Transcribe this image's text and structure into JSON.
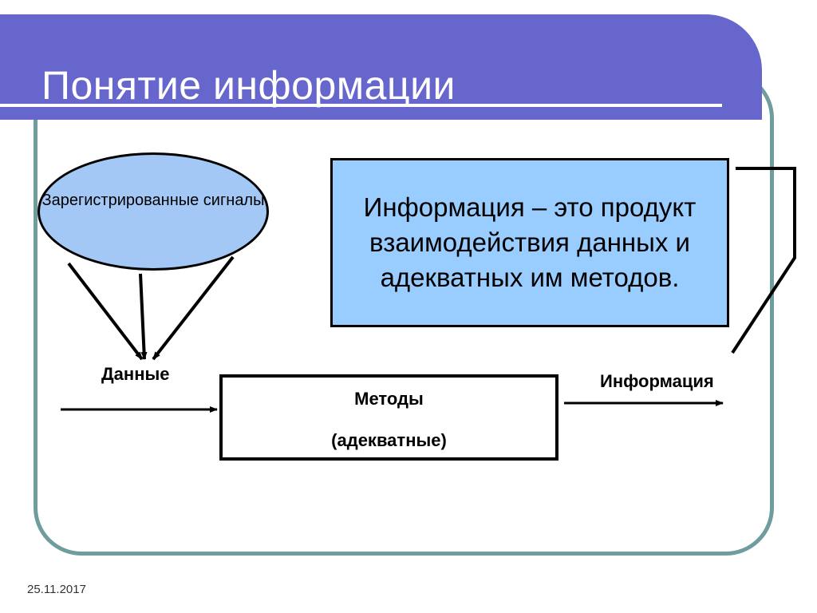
{
  "slide": {
    "title": "Понятие информации",
    "date": "25.11.2017"
  },
  "diagram": {
    "ellipse_label": "Зарегистрированные сигналы",
    "definition": "Информация – это продукт взаимодействия данных и адекватных им методов.",
    "methods_line1": "Методы",
    "methods_line2": "(адекватные)",
    "input_label": "Данные",
    "output_label": "Информация"
  },
  "colors": {
    "title_bar": "#6666cc",
    "frame_border": "#6f9c9c",
    "ellipse_fill": "#a3c8f5",
    "definition_fill": "#99ccff"
  }
}
